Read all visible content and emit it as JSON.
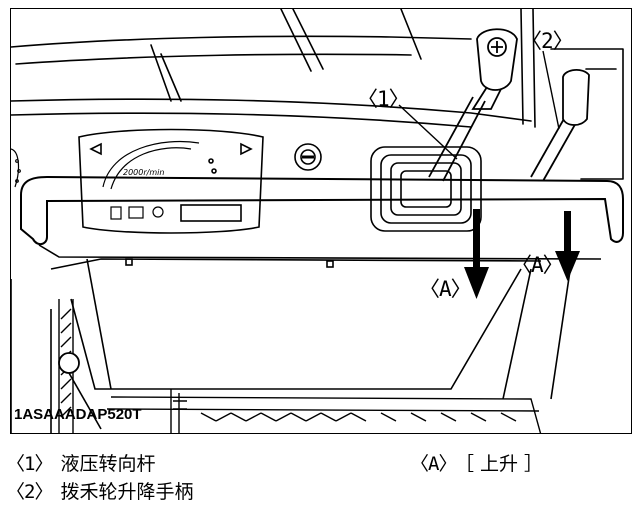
{
  "figure": {
    "code": "1ASAAADAP520T",
    "callouts": {
      "c1": "〈1〉",
      "c2": "〈2〉",
      "a_left": "〈A〉",
      "a_right": "〈A〉"
    },
    "gauge_scale": "2000r/min"
  },
  "legend": {
    "item1": {
      "marker": "〈1〉",
      "text": "液压转向杆"
    },
    "item2": {
      "marker": "〈2〉",
      "text": "拨禾轮升降手柄"
    },
    "itemA": {
      "marker": "〈A〉",
      "text": "［ 上升 ］"
    }
  }
}
